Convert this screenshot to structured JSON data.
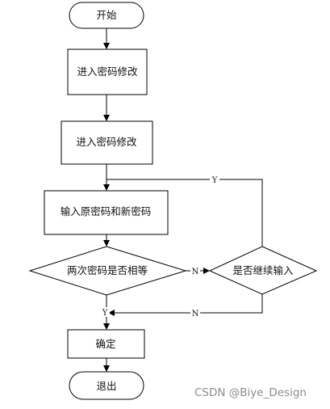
{
  "nodes": {
    "start": "开始",
    "step1": "进入密码修改",
    "step2": "进入密码修改",
    "input": "输入原密码和新密码",
    "compare": "两次密码是否相等",
    "continue": "是否继续输入",
    "confirm": "确定",
    "exit": "退出"
  },
  "edges": {
    "compare_no": "N",
    "continue_yes": "Y",
    "continue_no": "N",
    "compare_yes": "Y"
  },
  "watermark": "CSDN @Biye_Design"
}
